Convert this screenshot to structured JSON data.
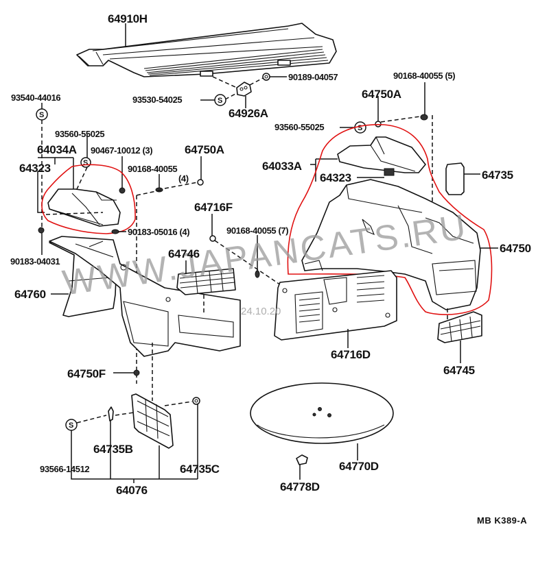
{
  "diagram": {
    "title_code": "MB  K389-A",
    "watermark": {
      "site": "WWW.JAPANCATS.RU",
      "date": "24.10.20"
    },
    "highlight_color": "#e01010",
    "part_labels": {
      "p64910H": "64910H",
      "p90189_04057": "90189-04057",
      "p93530_54025": "93530-54025",
      "p64926A": "64926A",
      "p93540_44016": "93540-44016",
      "p93560_55025_left": "93560-55025",
      "p64034A": "64034A",
      "p90467_10012": "90467-10012 (3)",
      "p64750A_left": "64750A",
      "p64323_left": "64323",
      "p90168_40055_4_a": "90168-40055",
      "p90168_40055_4_b": "(4)",
      "p90183_05016": "90183-05016 (4)",
      "p64716F": "64716F",
      "p90183_04031": "90183-04031",
      "p64746": "64746",
      "p64760": "64760",
      "p90168_40055_5": "90168-40055 (5)",
      "p64750A_right": "64750A",
      "p93560_55025_right": "93560-55025",
      "p64033A": "64033A",
      "p64323_right": "64323",
      "p64735": "64735",
      "p90168_40055_7": "90168-40055 (7)",
      "p64750": "64750",
      "p64716D": "64716D",
      "p64745": "64745",
      "p64750F": "64750F",
      "p64735B": "64735B",
      "p93566_14512": "93566-14512",
      "p64735C": "64735C",
      "p64076": "64076",
      "p64770D": "64770D",
      "p64778D": "64778D"
    },
    "symbols": {
      "standard_part_glyph": "S"
    }
  }
}
